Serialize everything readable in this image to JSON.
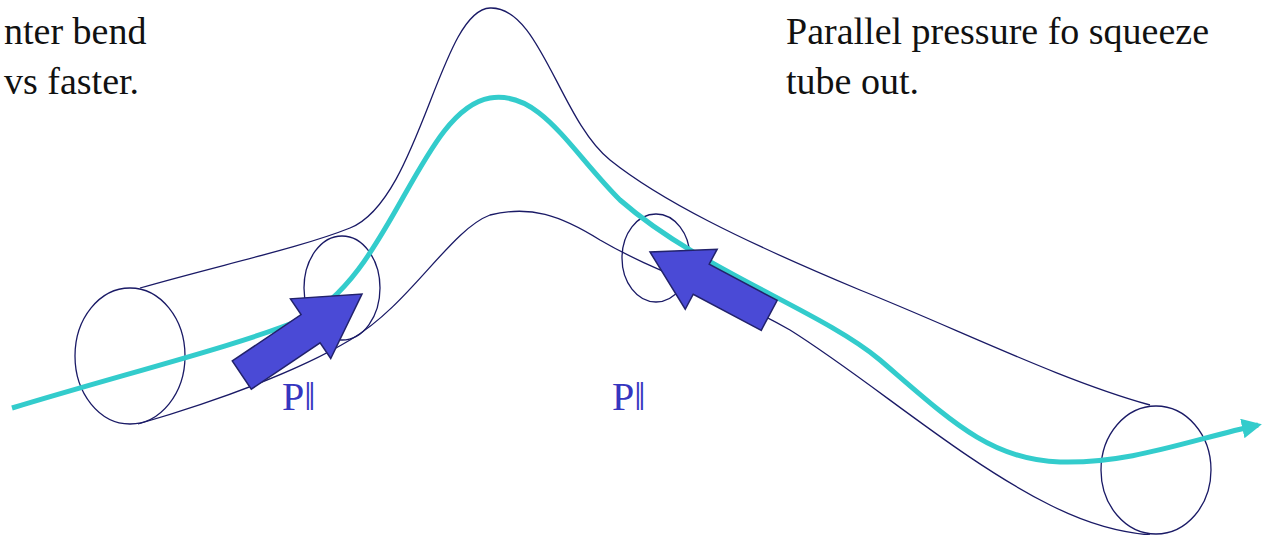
{
  "diagram": {
    "labels": [
      "nter bend vs faster.",
      "Parallel pressure fo squeeze tube out.",
      "P‖",
      "P‖"
    ]
  }
}
